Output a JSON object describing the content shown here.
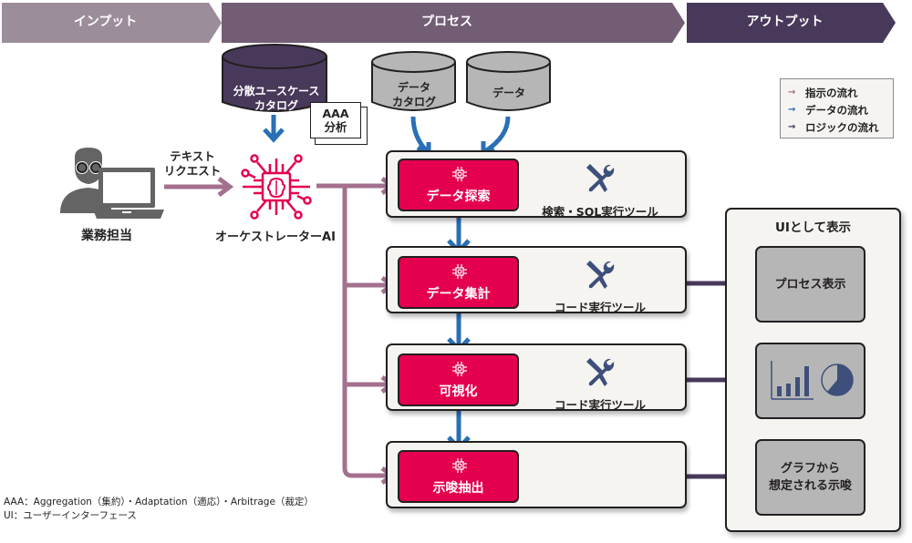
{
  "phases": [
    {
      "label": "インプット",
      "color": "#9c8d9b"
    },
    {
      "label": "プロセス",
      "color": "#735d75"
    },
    {
      "label": "アウトプット",
      "color": "#48395a"
    }
  ],
  "input": {
    "user_label": "業務担当",
    "request_label_line1": "テキスト",
    "request_label_line2": "リクエスト"
  },
  "orchestrator": {
    "label": "オーケストレーターAI",
    "catalog_line1": "分散ユースケース",
    "catalog_line2": "カタログ",
    "aaa_line1": "AAA",
    "aaa_line2": "分析"
  },
  "sources": [
    {
      "line1": "データ",
      "line2": "カタログ"
    },
    {
      "line1": "データ",
      "line2": ""
    }
  ],
  "stages": [
    {
      "agent": "データ探索",
      "tool": "検索・SQL実行ツール",
      "has_tool": true
    },
    {
      "agent": "データ集計",
      "tool": "コード実行ツール",
      "has_tool": true
    },
    {
      "agent": "可視化",
      "tool": "コード実行ツール",
      "has_tool": true
    },
    {
      "agent": "示唆抽出",
      "tool": "",
      "has_tool": false
    }
  ],
  "output": {
    "panel_title": "UIとして表示",
    "cards": [
      {
        "line1": "プロセス表示",
        "line2": ""
      },
      {
        "line1": "",
        "line2": "",
        "icon": "chart-icons"
      },
      {
        "line1": "グラフから",
        "line2": "想定される示唆"
      }
    ]
  },
  "legend": [
    {
      "label": "指示の流れ",
      "color": "#a3708e"
    },
    {
      "label": "データの流れ",
      "color": "#2a6fb5"
    },
    {
      "label": "ロジックの流れ",
      "color": "#48395a"
    }
  ],
  "footnotes": [
    "AAA：Aggregation（集約）・Adaptation（適応）・Arbitrage（裁定）",
    "UI：ユーザーインターフェース"
  ],
  "colors": {
    "instruction_flow": "#a3708e",
    "data_flow": "#2a6fb5",
    "logic_flow": "#48395a",
    "agent": "#e4004f",
    "tool_icon": "#3d4f7a",
    "user_icon": "#646464"
  }
}
